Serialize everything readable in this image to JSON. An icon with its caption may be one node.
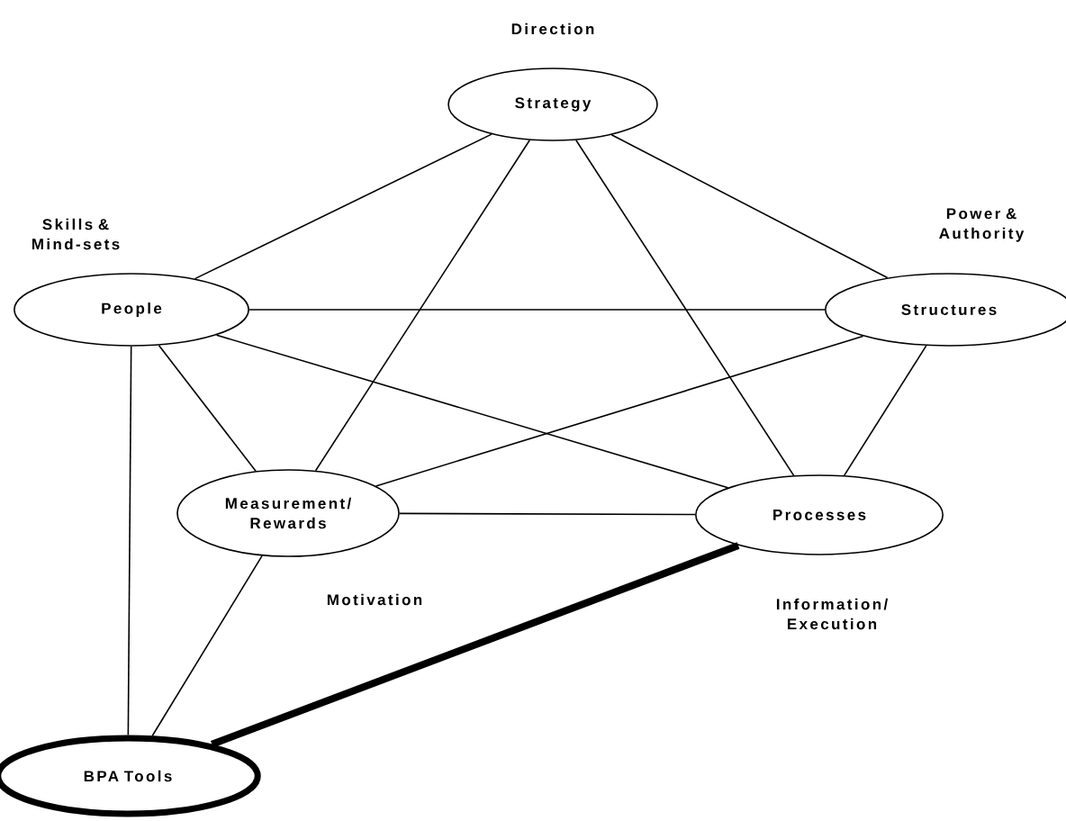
{
  "diagram": {
    "nodes": [
      {
        "text": [
          "Strategy"
        ],
        "beside": [
          "Direction"
        ]
      },
      {
        "text": [
          "People"
        ],
        "beside": [
          "Skills & Mind-sets"
        ]
      },
      {
        "text": [
          "Structures"
        ],
        "beside": [
          "Power & Authority"
        ]
      },
      {
        "text": [
          "Measurement/ Rewards"
        ],
        "beside": [
          "Motivation"
        ]
      },
      {
        "text": [
          "Processes"
        ],
        "beside": [
          "Information/ Execution"
        ]
      },
      {
        "text": [
          "BPA Tools"
        ]
      }
    ],
    "edges": [
      {
        "from": 0,
        "to": 1,
        "arrow": "none"
      },
      {
        "from": 0,
        "to": 2,
        "arrow": "none"
      },
      {
        "from": 0,
        "to": 3,
        "arrow": "none"
      },
      {
        "from": 0,
        "to": 4,
        "arrow": "none"
      },
      {
        "from": 1,
        "to": 2,
        "arrow": "none"
      },
      {
        "from": 1,
        "to": 3,
        "arrow": "none"
      },
      {
        "from": 1,
        "to": 4,
        "arrow": "none"
      },
      {
        "from": 2,
        "to": 3,
        "arrow": "none"
      },
      {
        "from": 2,
        "to": 4,
        "arrow": "none"
      },
      {
        "from": 3,
        "to": 4,
        "arrow": "none"
      },
      {
        "from": 1,
        "to": 5,
        "arrow": "none"
      },
      {
        "from": 3,
        "to": 5,
        "arrow": "none"
      },
      {
        "from": 4,
        "to": 5,
        "arrow": "none",
        "style": "thick"
      }
    ]
  }
}
